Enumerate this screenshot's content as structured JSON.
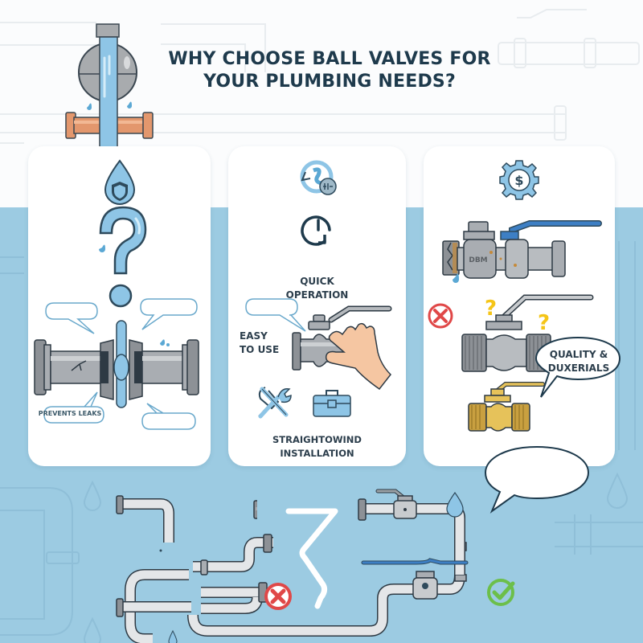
{
  "title": {
    "line1": "WHY CHOOSE BALL VALVES FOR",
    "line2": "YOUR PLUMBING NEEDS?"
  },
  "colors": {
    "title_text": "#1e3a4c",
    "background_top": "#fbfcfd",
    "background_bottom": "#9ccbe2",
    "water_blue": "#8ec5e6",
    "pipe_gray": "#a9adb2",
    "copper": "#e3976d",
    "brass": "#e6c25a",
    "handle_blue": "#3d7fc4",
    "error_red": "#e04848",
    "success_green": "#6cbf4a",
    "question_yellow": "#f5c518"
  },
  "cards": [
    {
      "id": "leak-prevention",
      "icon": "water-drop-shield-icon",
      "illustration": "question-mark-and-broken-pipe",
      "bubble_label": "PREVENTS LEAKS"
    },
    {
      "id": "ease-of-use",
      "icon": "rotate-valve-icon",
      "secondary_icon": "clock-icon",
      "heading_line1": "QUICK",
      "heading_line2": "OPERATION",
      "side_label_line1": "EASY",
      "side_label_line2": "TO USE",
      "tools_icons": [
        "wrench-screwdriver-icon",
        "toolbox-icon"
      ],
      "footer_line1": "STRAIGHTOWIND",
      "footer_line2": "INSTALLATION"
    },
    {
      "id": "cost-quality",
      "icon": "gear-dollar-icon",
      "valves": [
        "rusted-ball-valve",
        "steel-ball-valve",
        "brass-ball-valve"
      ],
      "bubble_line1": "QUALITY &",
      "bubble_line2": "DUXERIALS"
    }
  ],
  "bottom_scene": {
    "left": "broken-pipes-with-x",
    "middle": "zigzag-arrow",
    "right": "working-pipes-with-check"
  }
}
